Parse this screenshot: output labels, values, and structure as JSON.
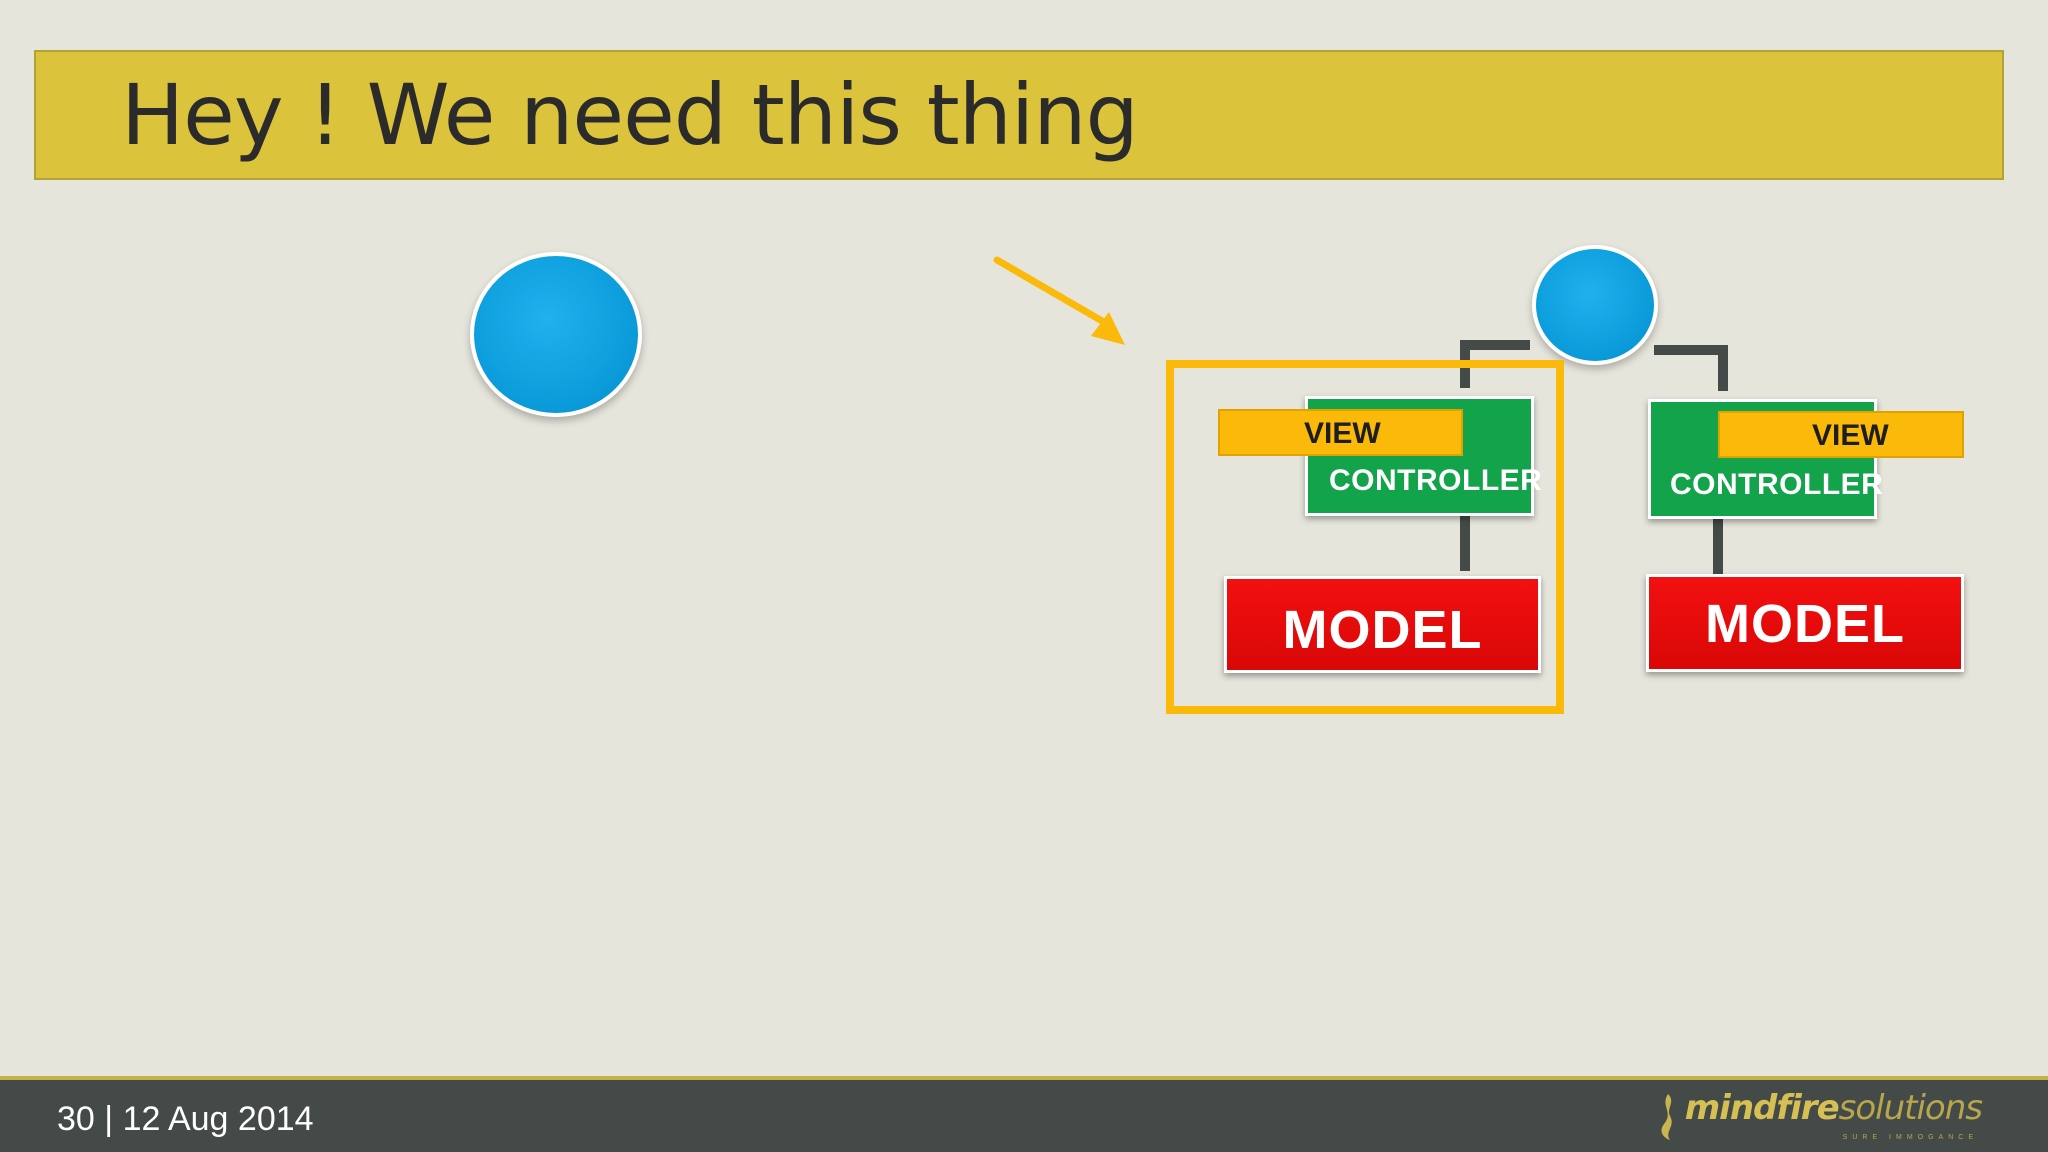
{
  "slide": {
    "title": "Hey ! We need this thing"
  },
  "diagram": {
    "left_stack": {
      "view_label": "VIEW",
      "controller_label": "CONTROLLER",
      "model_label": "MODEL"
    },
    "right_stack": {
      "view_label": "VIEW",
      "controller_label": "CONTROLLER",
      "model_label": "MODEL"
    }
  },
  "footer": {
    "page_number": "30",
    "separator": "|",
    "date": "12 Aug 2014",
    "logo_bold": "mindfire",
    "logo_light": "solutions",
    "logo_tagline": "SURE IMMOGANCE"
  },
  "colors": {
    "title_bar": "#dbc43c",
    "background": "#e6e5dc",
    "circle": "#0a9ad9",
    "controller": "#13a34a",
    "model": "#ee0a0a",
    "view": "#fbba0a",
    "highlight": "#fbba0a",
    "connector": "#434a48",
    "footer": "#434a48"
  },
  "icons": [
    "blue-circle-icon",
    "arrow-icon",
    "mindfire-logo-icon"
  ]
}
